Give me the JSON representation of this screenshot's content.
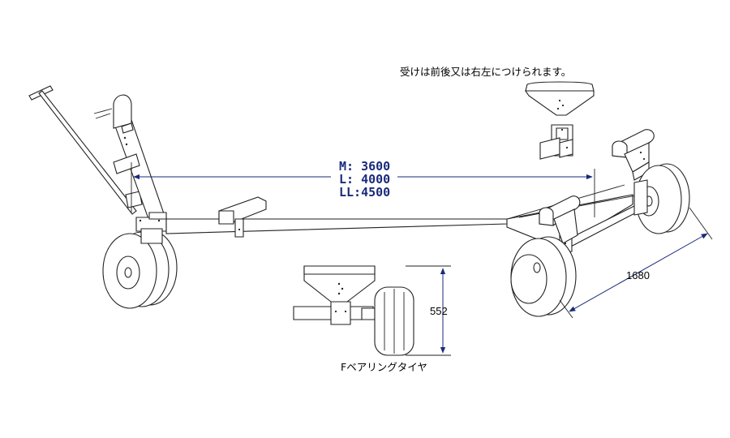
{
  "diagram": {
    "length_labels": [
      "M: 3600",
      "L: 4000",
      "LL:4500"
    ],
    "width_label": "1680",
    "height_label": "552",
    "note_top": "受けは前後又は右左につけられます。",
    "tire_caption": "Fベアリングタイヤ"
  }
}
